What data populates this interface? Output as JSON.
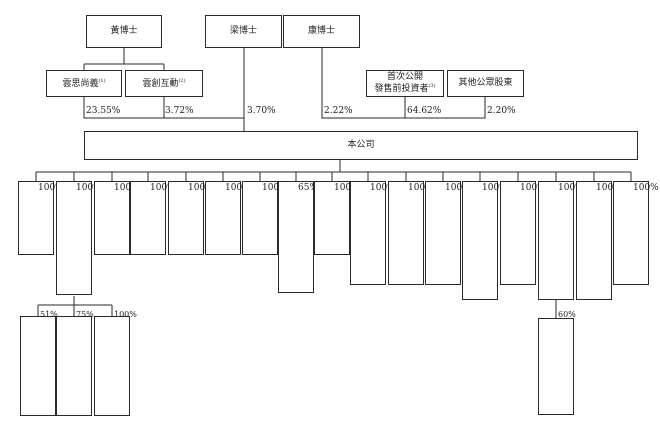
{
  "shareholders": {
    "huang": "黃博士",
    "liang": "梁博士",
    "kang": "康博士",
    "yunsi": "雲思尚義",
    "yunsi_note": "(1)",
    "yunchuang": "雲創互動",
    "yunchuang_note": "(2)",
    "ipo_line1": "首次公開",
    "ipo_line2": "發售前投資者",
    "ipo_note": "(3)",
    "public": "其他公眾股東"
  },
  "stakes": {
    "yunsi": "23.55%",
    "yunchuang": "3.72%",
    "liang": "3.70%",
    "kang": "2.22%",
    "ipo": "64.62%",
    "public": "2.20%"
  },
  "company": "本公司",
  "subsidiaries": [
    {
      "stake": "100%",
      "name": ""
    },
    {
      "stake": "100%",
      "name": ""
    },
    {
      "stake": "100%",
      "name": ""
    },
    {
      "stake": "100%",
      "name": ""
    },
    {
      "stake": "100%",
      "name": ""
    },
    {
      "stake": "100%",
      "name": ""
    },
    {
      "stake": "100%",
      "name": ""
    },
    {
      "stake": "65%",
      "name": ""
    },
    {
      "stake": "100%",
      "name": ""
    },
    {
      "stake": "100%",
      "name": ""
    },
    {
      "stake": "100%",
      "name": ""
    },
    {
      "stake": "100%",
      "name": ""
    },
    {
      "stake": "100%",
      "name": ""
    },
    {
      "stake": "100%",
      "name": ""
    },
    {
      "stake": "100%",
      "name": ""
    },
    {
      "stake": "100%",
      "name": ""
    },
    {
      "stake": "100%",
      "name": ""
    }
  ],
  "sub_children": [
    {
      "stake": "51%",
      "name": ""
    },
    {
      "stake": "75%",
      "name": ""
    },
    {
      "stake": "100%",
      "name": ""
    }
  ],
  "grandchild": {
    "stake": "60%",
    "name": ""
  }
}
